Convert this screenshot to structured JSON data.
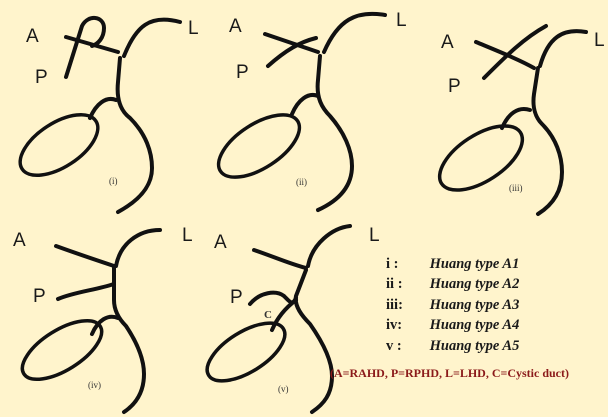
{
  "panels": [
    {
      "id": "i",
      "roman": "(i)",
      "labels": {
        "A": "A",
        "P": "P",
        "L": "L"
      }
    },
    {
      "id": "ii",
      "roman": "(ii)",
      "labels": {
        "A": "A",
        "P": "P",
        "L": "L"
      }
    },
    {
      "id": "iii",
      "roman": "(iii)",
      "labels": {
        "A": "A",
        "P": "P",
        "L": "L"
      }
    },
    {
      "id": "iv",
      "roman": "(iv)",
      "labels": {
        "A": "A",
        "P": "P",
        "L": "L"
      }
    },
    {
      "id": "v",
      "roman": "(v)",
      "labels": {
        "A": "A",
        "P": "P",
        "L": "L",
        "C": "C"
      }
    }
  ],
  "legend": {
    "items": [
      {
        "key": "i",
        "sep": " :",
        "text": "Huang type A1"
      },
      {
        "key": "ii",
        "sep": " :",
        "text": "Huang type A2"
      },
      {
        "key": "iii",
        "sep": ":",
        "text": "Huang type A3"
      },
      {
        "key": "iv",
        "sep": ":",
        "text": "Huang type A4"
      },
      {
        "key": "v",
        "sep": " :",
        "text": "Huang type A5"
      }
    ],
    "abbreviations": "(A=RAHD, P=RPHD, L=LHD, C=Cystic duct)"
  },
  "colors": {
    "background": "#fff4cc",
    "line": "#111111",
    "abbreviation_text": "#8b1a1a"
  }
}
